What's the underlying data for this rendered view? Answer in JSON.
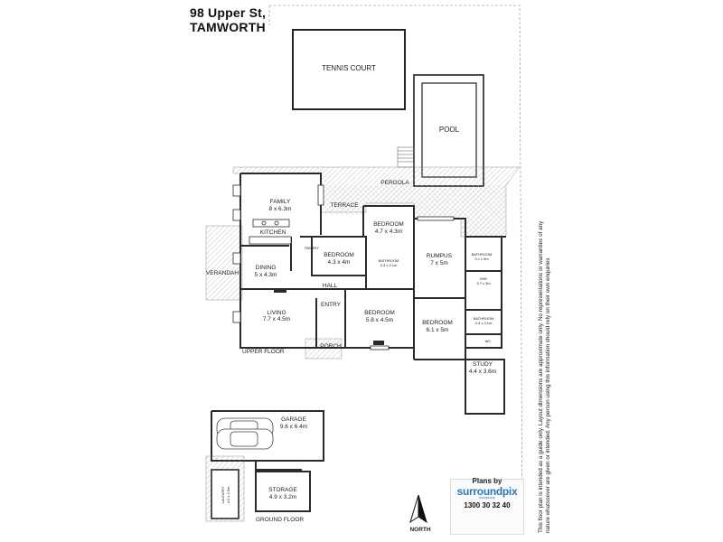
{
  "header": {
    "address": "98 Upper St,",
    "town": "TAMWORTH"
  },
  "outdoor": {
    "tennis_court": "TENNIS COURT",
    "pool": "POOL",
    "pergola": "PERGOLA",
    "terrace": "TERRACE",
    "verandah": "VERANDAH",
    "porch": "PORCH"
  },
  "rooms": {
    "family": {
      "name": "FAMILY",
      "size": "8 x 6.3m"
    },
    "kitchen": {
      "name": "KITCHEN"
    },
    "dining": {
      "name": "DINING",
      "size": "5 x 4.3m"
    },
    "living": {
      "name": "LIVING",
      "size": "7.7 x 4.5m"
    },
    "bedroom_a": {
      "name": "BEDROOM",
      "size": "4.3 x 4m"
    },
    "bedroom_b": {
      "name": "BEDROOM",
      "size": "4.7 x 4.3m"
    },
    "bedroom_c": {
      "name": "BEDROOM",
      "size": "5.8 x 4.5m"
    },
    "bedroom_d": {
      "name": "BEDROOM",
      "size": "6.1 x 5m"
    },
    "rumpus": {
      "name": "RUMPUS",
      "size": "7 x 5m"
    },
    "study": {
      "name": "STUDY",
      "size": "4.4 x 3.6m"
    },
    "hall": {
      "name": "HALL"
    },
    "entry": {
      "name": "ENTRY"
    },
    "bathroom_a": {
      "name": "BATHROOM",
      "size": "3.3 x 2.1m"
    },
    "bathroom_b": {
      "name": "BATHROOM",
      "size": "3 x 1.9m"
    },
    "bathroom_c": {
      "name": "BATHROOM",
      "size": "3.3 x 2.1m"
    },
    "wir": {
      "name": "WIR",
      "size": "3.7 x 3m"
    },
    "wc": {
      "name": "WC"
    },
    "pantry": {
      "name": "PANTRY"
    },
    "garage": {
      "name": "GARAGE",
      "size": "9.6 x 6.4m"
    },
    "storage": {
      "name": "STORAGE",
      "size": "4.9 x 3.2m"
    },
    "laundry": {
      "name": "LAUNDRY",
      "size": "4.5 x 2.5m"
    }
  },
  "floors": {
    "upper": "UPPER FLOOR",
    "ground": "GROUND FLOOR"
  },
  "compass": {
    "label": "NORTH"
  },
  "branding": {
    "plans_by": "Plans by",
    "brand": "surroundpix",
    "brand_sub": "floorplans",
    "phone": "1300 30 32 40"
  },
  "disclaimer": "This floor plan is intended as a guide only. Layout dimensions are approximate only. No representations or warranties of any nature whatsoever are given or intended. Any person using this information should rely on their own enquiries",
  "colors": {
    "wall": "#2a2a2a",
    "hatch": "#9a9a9a",
    "logo_blue": "#2b78b5"
  }
}
